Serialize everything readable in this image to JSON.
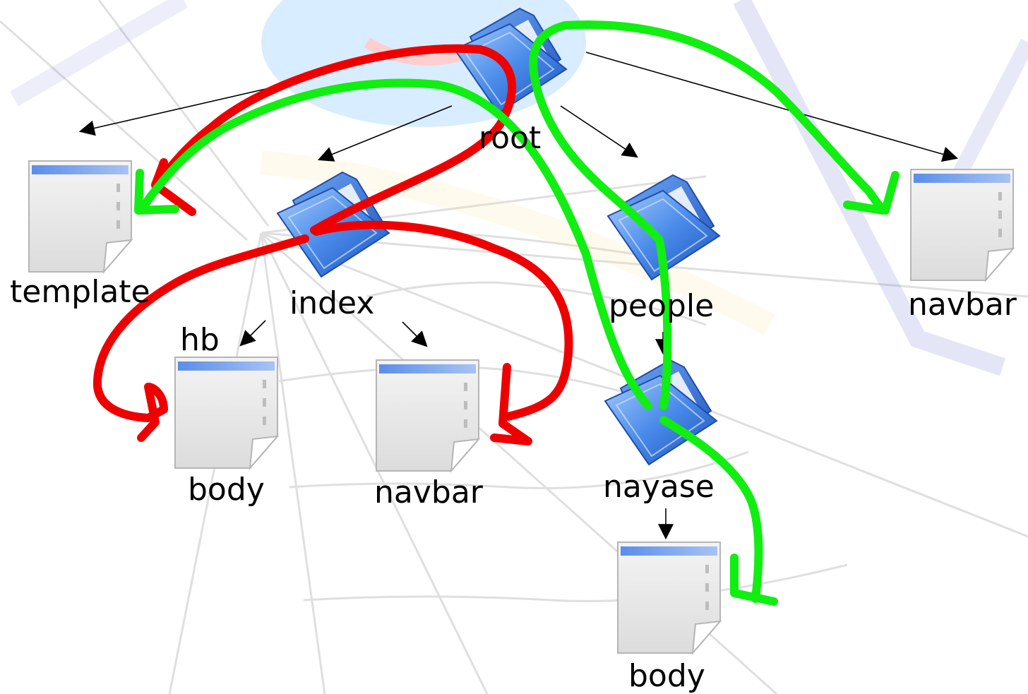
{
  "diagram": {
    "nodes": [
      {
        "id": "root",
        "kind": "folder",
        "label": "root"
      },
      {
        "id": "template",
        "kind": "file",
        "label": "template"
      },
      {
        "id": "index",
        "kind": "folder",
        "label": "index"
      },
      {
        "id": "people",
        "kind": "folder",
        "label": "people"
      },
      {
        "id": "navbar_top",
        "kind": "file",
        "label": "navbar"
      },
      {
        "id": "hb",
        "kind": "text",
        "label": "hb"
      },
      {
        "id": "body_hb",
        "kind": "file",
        "label": "body"
      },
      {
        "id": "navbar_index",
        "kind": "file",
        "label": "navbar"
      },
      {
        "id": "nayase",
        "kind": "folder",
        "label": "nayase"
      },
      {
        "id": "body_nayase",
        "kind": "file",
        "label": "body"
      }
    ],
    "edges": [
      {
        "from": "root",
        "to": "template"
      },
      {
        "from": "root",
        "to": "index"
      },
      {
        "from": "root",
        "to": "people"
      },
      {
        "from": "root",
        "to": "navbar_top"
      },
      {
        "from": "index",
        "to": "hb"
      },
      {
        "from": "index",
        "to": "navbar_index"
      },
      {
        "from": "people",
        "to": "nayase"
      },
      {
        "from": "nayase",
        "to": "body_nayase"
      }
    ],
    "colors": {
      "red_path": "#ee0000",
      "green_path": "#11ee11",
      "folder": "#3f7fe8",
      "file_header": "#7aa0ee",
      "background_web": "#dcdcdc"
    }
  }
}
